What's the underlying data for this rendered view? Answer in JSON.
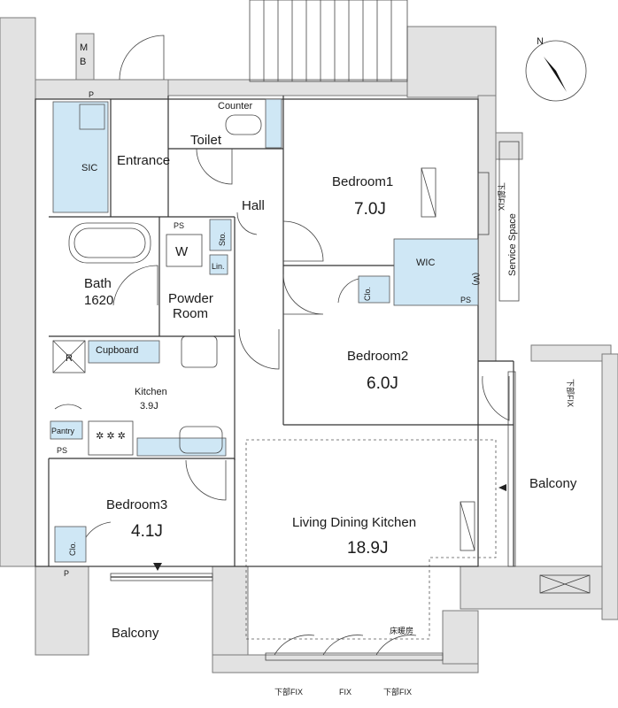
{
  "rooms": {
    "bedroom1": {
      "name": "Bedroom1",
      "size": "7.0J"
    },
    "bedroom2": {
      "name": "Bedroom2",
      "size": "6.0J"
    },
    "bedroom3": {
      "name": "Bedroom3",
      "size": "4.1J"
    },
    "ldk": {
      "name": "Living Dining Kitchen",
      "size": "18.9J"
    },
    "kitchen": {
      "name": "Kitchen",
      "size": "3.9J"
    },
    "bath": {
      "name": "Bath",
      "size": "1620"
    },
    "powder_room": {
      "line1": "Powder",
      "line2": "Room"
    },
    "toilet": "Toilet",
    "hall": "Hall",
    "entrance": "Entrance",
    "sic": "SIC",
    "wic": "WIC",
    "balcony_right": "Balcony",
    "balcony_bottom": "Balcony",
    "service_space": "Service Space"
  },
  "fixtures": {
    "mb": {
      "m": "M",
      "b": "B"
    },
    "ps_labels": [
      "P",
      "PS",
      "PS",
      "PS",
      "P"
    ],
    "counter": "Counter",
    "washer": "W",
    "storage": "Sto.",
    "linen": "Lin.",
    "closet": "Clo.",
    "closet3": "Clo.",
    "wic_w": "(W)",
    "cupboard": "Cupboard",
    "refrigerator": "R",
    "pantry": "Pantry"
  },
  "notes": {
    "fix_bottom": [
      "下部FIX",
      "FIX",
      "下部FIX"
    ],
    "fix_right": "下部FIX",
    "fix_bedroom1": "下部FIX",
    "floor_heating": "床暖房"
  },
  "compass": {
    "label": "N"
  }
}
